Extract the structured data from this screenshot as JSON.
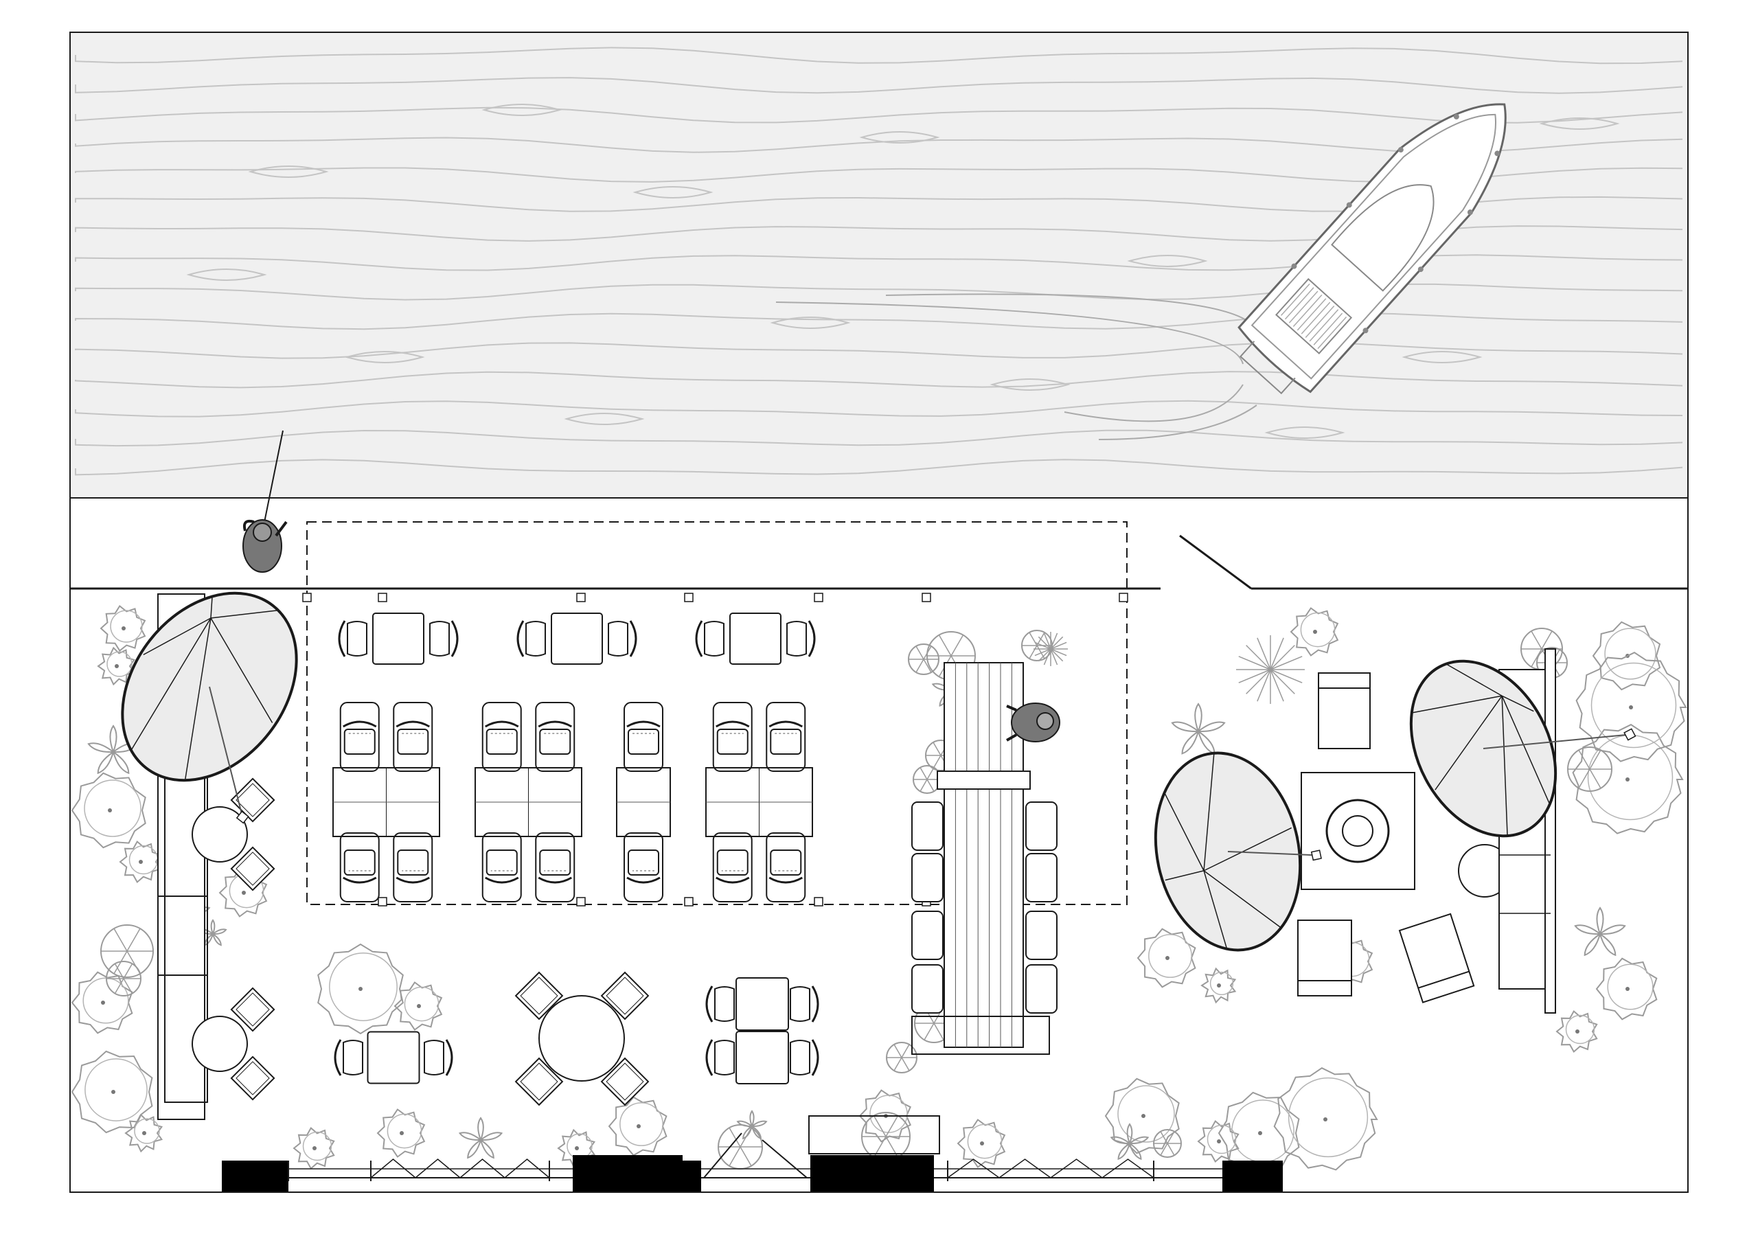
{
  "colors": {
    "background": "#ffffff",
    "water": "#f0f0f0",
    "water_lines": "#c4c4c4",
    "ink": "#1a1a1a",
    "light_ink": "#555555",
    "vegetation": "#9a9a9a",
    "umbrella_fill": "#ececec",
    "figure_fill": "#777777",
    "wall_fill": "#000000"
  },
  "icons": {
    "boat": "boat-icon",
    "fisherman": "fisherman-icon",
    "person": "person-icon",
    "umbrella": "umbrella-icon",
    "tree": "tree-icon",
    "shrub": "shrub-icon",
    "chair": "chair-icon",
    "table": "table-icon",
    "sun_lounger": "sun-lounger-icon",
    "fire_pit": "fire-pit-icon"
  },
  "counts": {
    "umbrellas": 3,
    "sun_loungers": 4,
    "people": 2,
    "boats": 1
  }
}
